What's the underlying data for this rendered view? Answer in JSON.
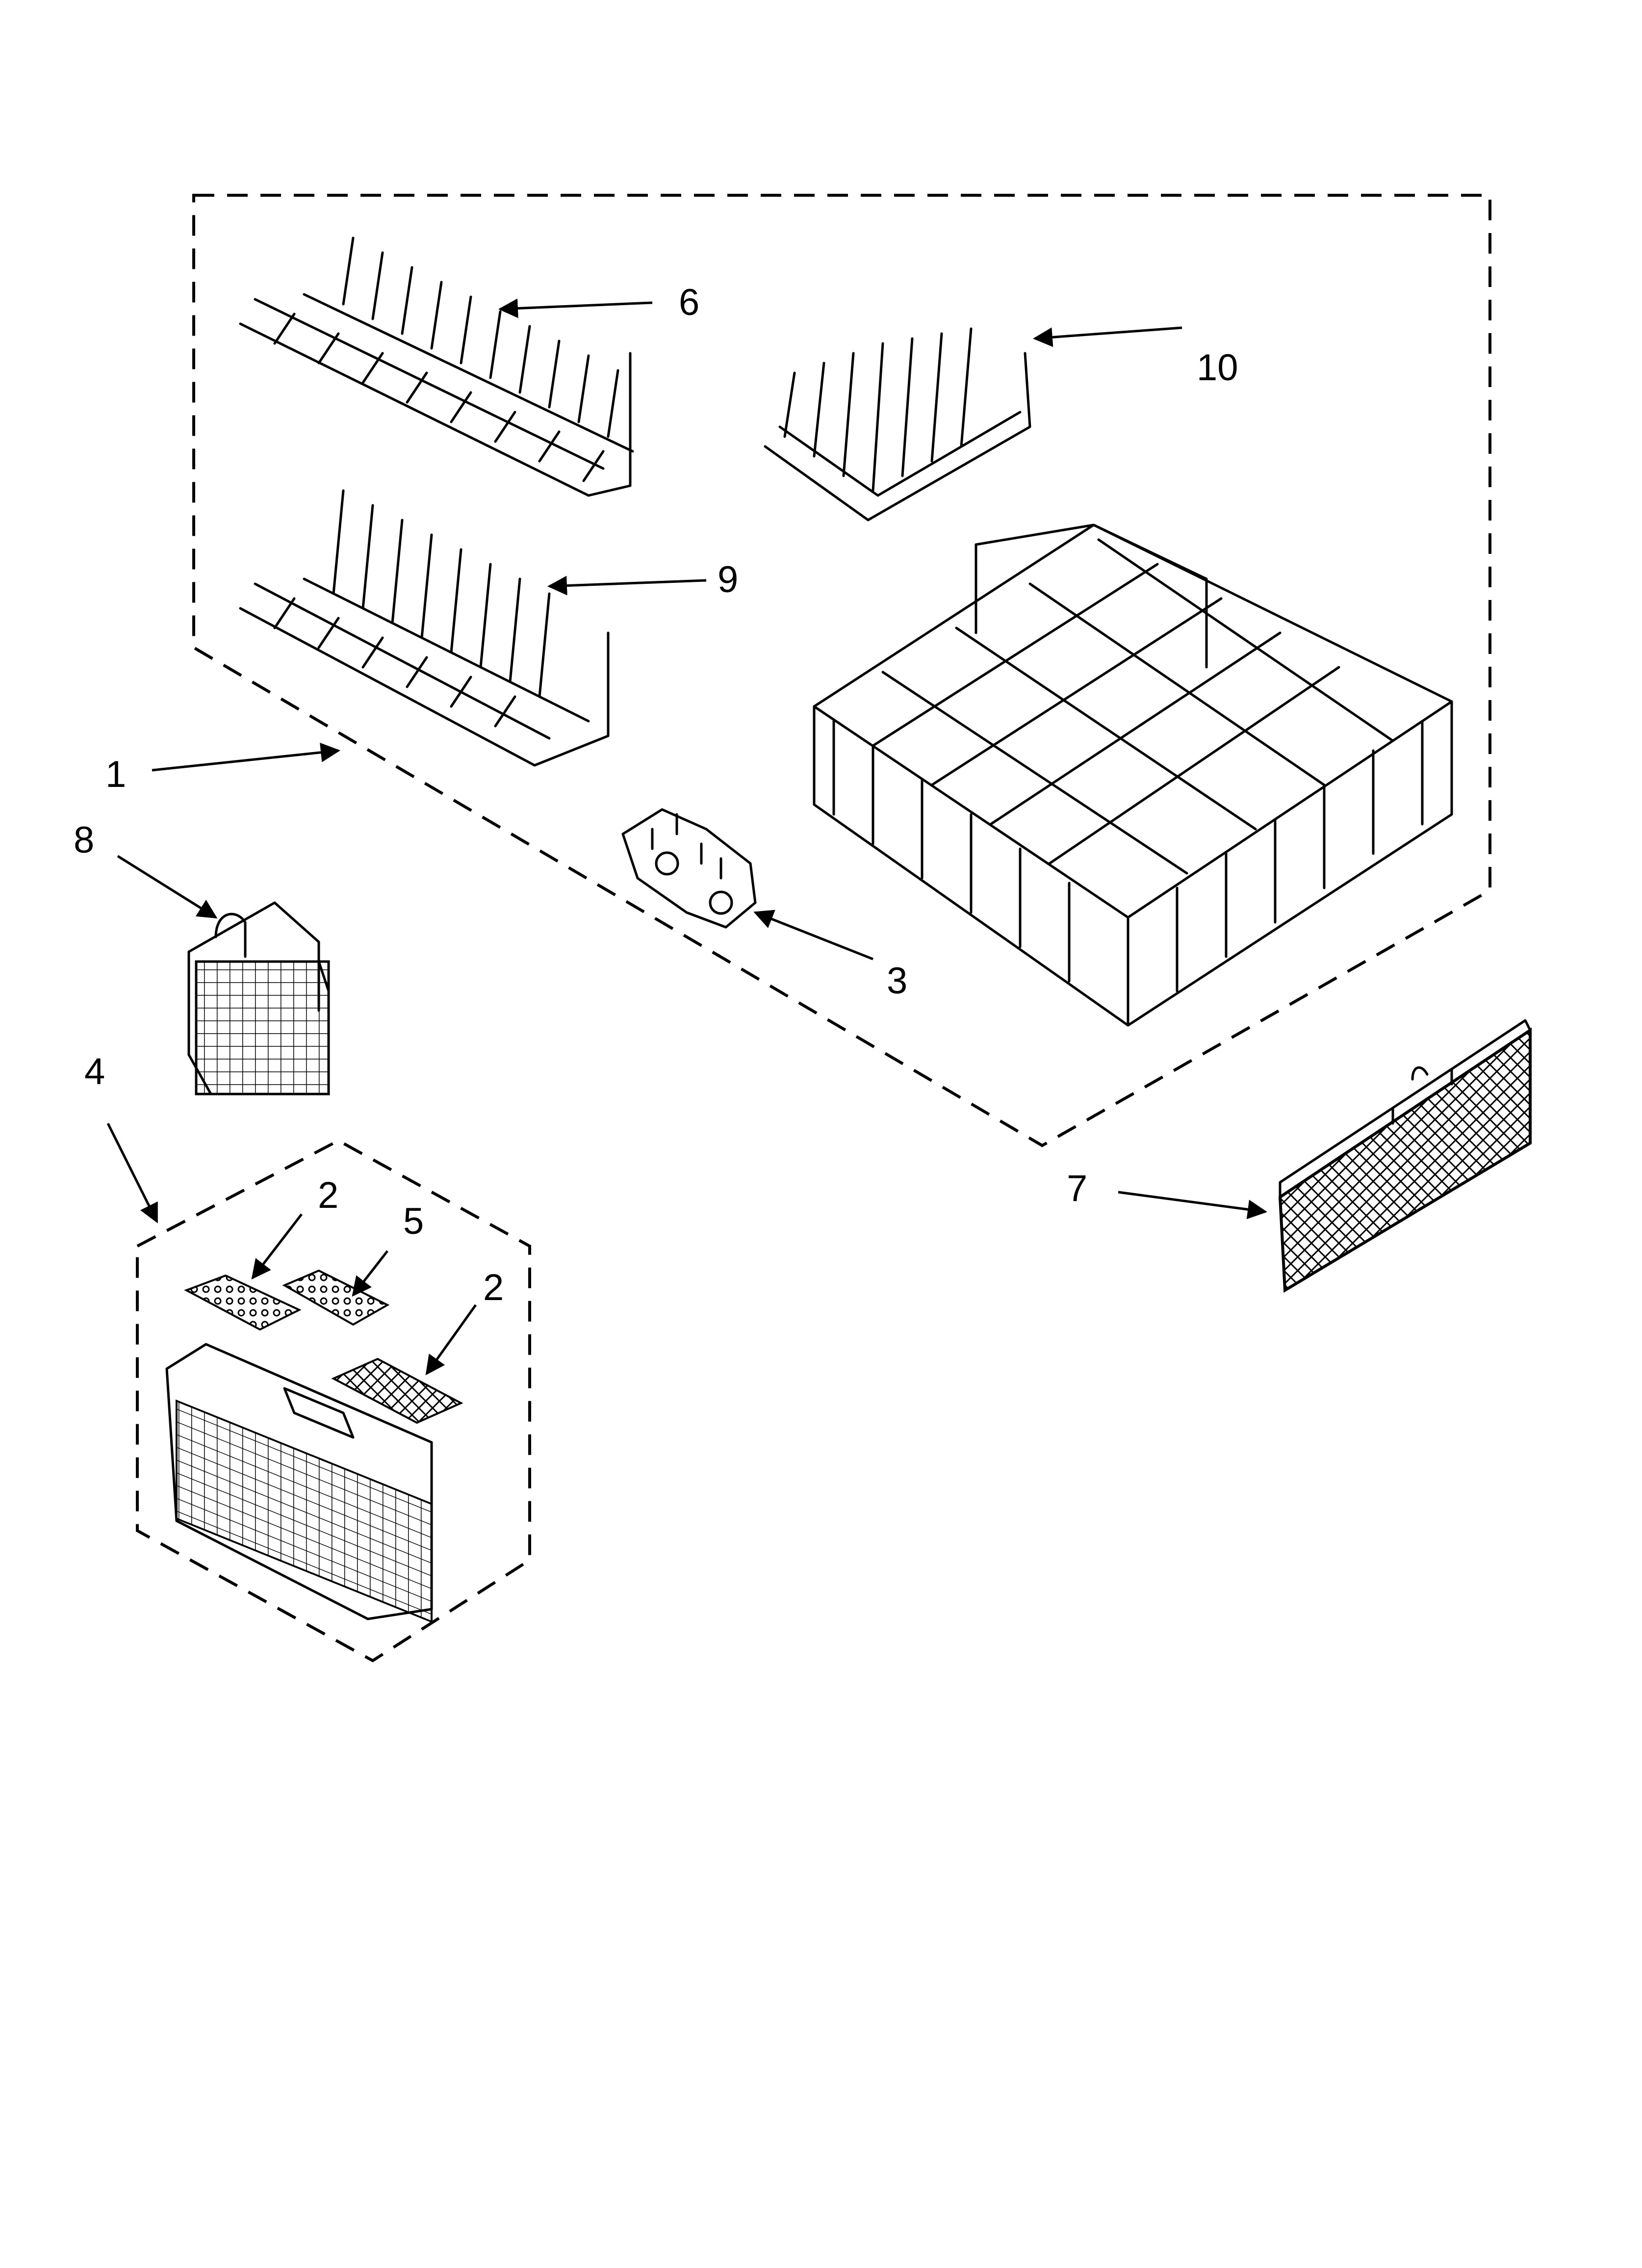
{
  "callouts": {
    "c1": "1",
    "c2a": "2",
    "c2b": "2",
    "c3": "3",
    "c4": "4",
    "c5": "5",
    "c6": "6",
    "c7": "7",
    "c8": "8",
    "c9": "9",
    "c10": "10"
  },
  "colors": {
    "ink": "#000000",
    "paper": "#ffffff"
  }
}
